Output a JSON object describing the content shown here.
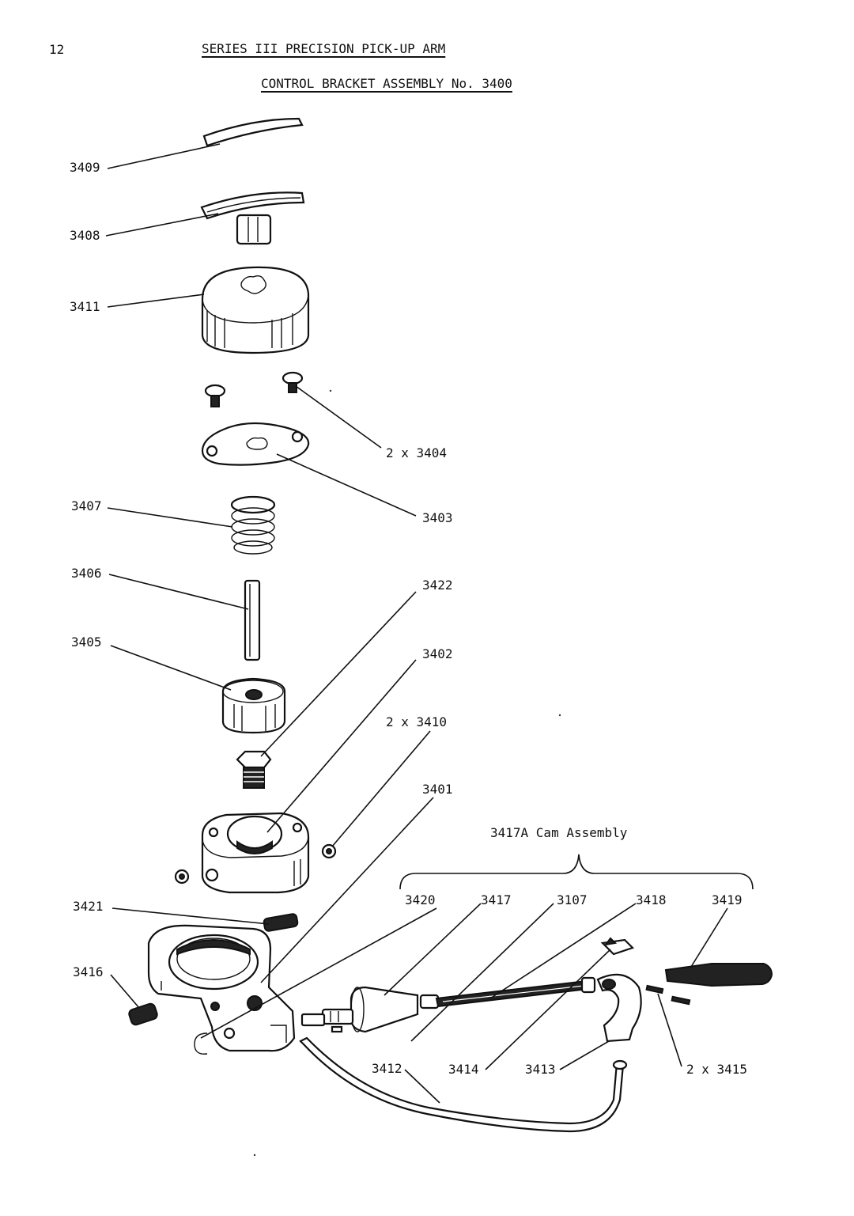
{
  "page_number": "12",
  "header_title": "SERIES III PRECISION PICK-UP ARM",
  "subtitle": "CONTROL BRACKET ASSEMBLY No. 3400",
  "cam_assembly_label": "3417A Cam Assembly",
  "callouts": {
    "p3409": "3409",
    "p3408": "3408",
    "p3411": "3411",
    "p3404": "2 x 3404",
    "p3403": "3403",
    "p3407": "3407",
    "p3406": "3406",
    "p3422": "3422",
    "p3405": "3405",
    "p3402": "3402",
    "p3410": "2 x 3410",
    "p3401": "3401",
    "p3421": "3421",
    "p3416": "3416",
    "p3420": "3420",
    "p3417": "3417",
    "p3107": "3107",
    "p3418": "3418",
    "p3419": "3419",
    "p3412": "3412",
    "p3414": "3414",
    "p3413": "3413",
    "p3415": "2 x 3415"
  }
}
